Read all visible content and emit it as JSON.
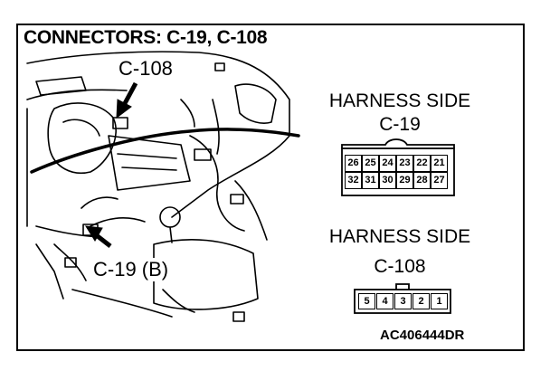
{
  "title": "CONNECTORS: C-19, C-108",
  "callouts": {
    "top": "C-108",
    "bottom": "C-19 (B)"
  },
  "harness_c19": {
    "label": "HARNESS SIDE",
    "connector": "C-19",
    "row1": [
      "26",
      "25",
      "24",
      "23",
      "22",
      "21"
    ],
    "row2": [
      "32",
      "31",
      "30",
      "29",
      "28",
      "27"
    ]
  },
  "harness_c108": {
    "label": "HARNESS SIDE",
    "connector": "C-108",
    "pins": [
      "5",
      "4",
      "3",
      "2",
      "1"
    ]
  },
  "reference_code": "AC406444DR"
}
